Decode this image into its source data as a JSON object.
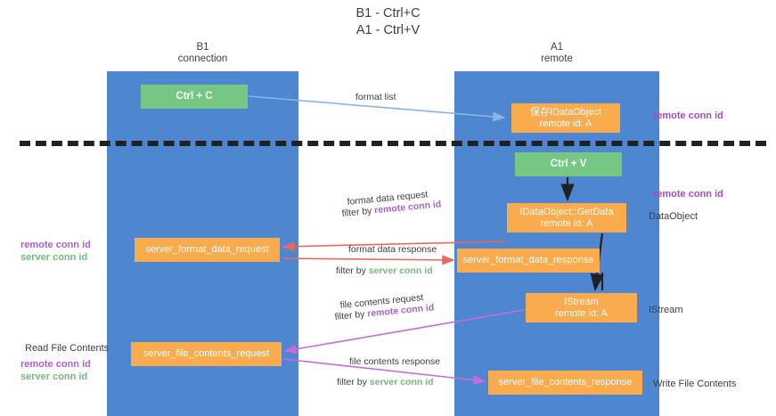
{
  "title": {
    "line1": "B1 - Ctrl+C",
    "line2": "A1 - Ctrl+V"
  },
  "columns": [
    {
      "id": "b1",
      "name": "B1",
      "role": "connection"
    },
    {
      "id": "a1",
      "name": "A1",
      "role": "remote"
    }
  ],
  "colors": {
    "lane": "#4e86d0",
    "node_orange": "#f9ab4e",
    "node_green": "#76c784",
    "remote_conn_id": "#b05fd0",
    "server_conn_id": "#74b97e",
    "divider": "#202124",
    "arrow_format_list": "#8ab4e8",
    "arrow_red": "#e8685f",
    "arrow_magenta": "#c76bd8",
    "arrow_black": "#202124"
  },
  "nodes": {
    "ctrl_c": {
      "label": "Ctrl + C",
      "kind": "green"
    },
    "save_dataobject": {
      "line1": "保存IDataObject",
      "line2": "remote id: A",
      "kind": "orange"
    },
    "ctrl_v": {
      "label": "Ctrl + V",
      "kind": "green"
    },
    "getdata": {
      "line1": "IDataObject::GetData",
      "line2": "remote id: A",
      "kind": "orange"
    },
    "server_format_data_request": {
      "label": "server_format_data_request",
      "kind": "orange"
    },
    "server_format_data_response": {
      "label": "server_format_data_response",
      "kind": "orange"
    },
    "istream": {
      "line1": "IStream",
      "line2": "remote id: A",
      "kind": "orange"
    },
    "server_file_contents_request": {
      "label": "server_file_contents_request",
      "kind": "orange"
    },
    "server_file_contents_response": {
      "label": "server_file_contents_response",
      "kind": "orange"
    }
  },
  "edge_labels": {
    "format_list": "format list",
    "format_data_request": "format data request",
    "format_data_request_filter_prefix": "filter by ",
    "format_data_request_filter_key": "remote conn id",
    "format_data_response": "format data response",
    "format_data_response_filter_prefix": "filter by ",
    "format_data_response_filter_key": "server conn id",
    "file_contents_request": "file contents request",
    "file_contents_request_filter_prefix": "filter by ",
    "file_contents_request_filter_key": "remote conn id",
    "file_contents_response": "file contents response",
    "file_contents_response_filter_prefix": "filter by ",
    "file_contents_response_filter_key": "server conn id"
  },
  "annotations": {
    "right_remote_conn_id_top": "remote conn id",
    "right_remote_conn_id_mid": "remote conn id",
    "right_dataobject": "DataObject",
    "right_istream": "IStream",
    "right_write_file_contents": "Write File Contents",
    "left_remote_conn_id_1": "remote conn id",
    "left_server_conn_id_1": "server conn id",
    "left_read_file_contents": "Read File Contents",
    "left_remote_conn_id_2": "remote conn id",
    "left_server_conn_id_2": "server conn id"
  }
}
